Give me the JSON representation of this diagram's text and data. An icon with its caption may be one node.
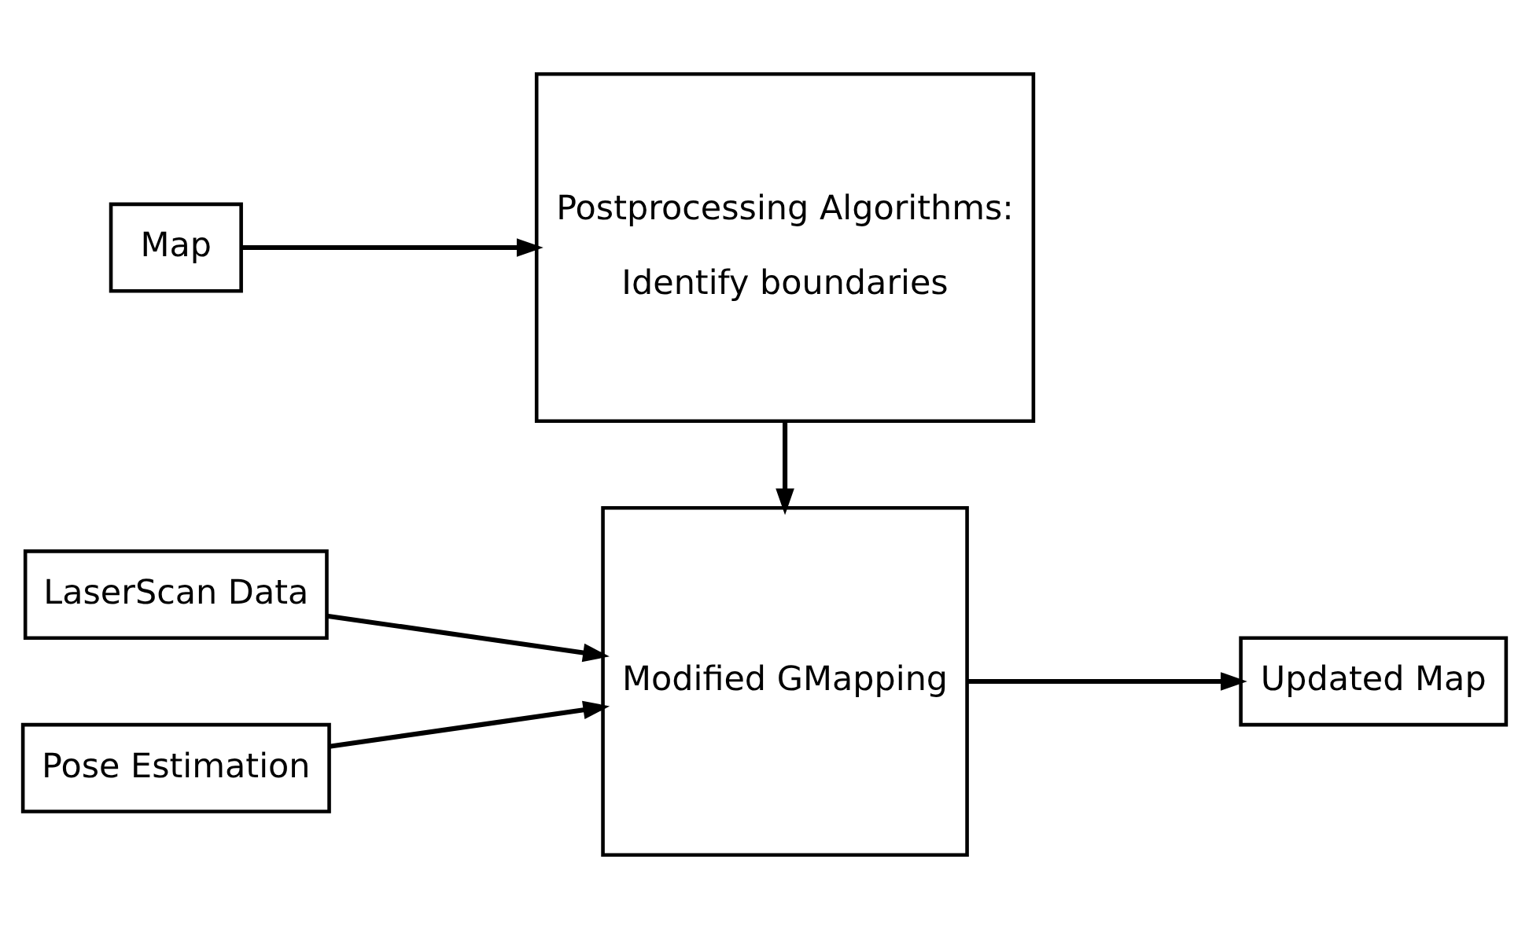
{
  "diagram": {
    "nodes": [
      {
        "text": [
          "Map"
        ]
      },
      {
        "text": [
          "Postprocessing Algorithms:",
          "Identify boundaries"
        ]
      },
      {
        "text": [
          "LaserScan Data"
        ]
      },
      {
        "text": [
          "Pose Estimation"
        ]
      },
      {
        "text": [
          "Modified GMapping"
        ]
      },
      {
        "text": [
          "Updated Map"
        ]
      }
    ],
    "edges": [
      {
        "from": 0,
        "to": 1,
        "arrow": "to"
      },
      {
        "from": 1,
        "to": 4,
        "arrow": "to"
      },
      {
        "from": 2,
        "to": 4,
        "arrow": "to"
      },
      {
        "from": 3,
        "to": 4,
        "arrow": "to"
      },
      {
        "from": 4,
        "to": 5,
        "arrow": "to"
      }
    ]
  }
}
